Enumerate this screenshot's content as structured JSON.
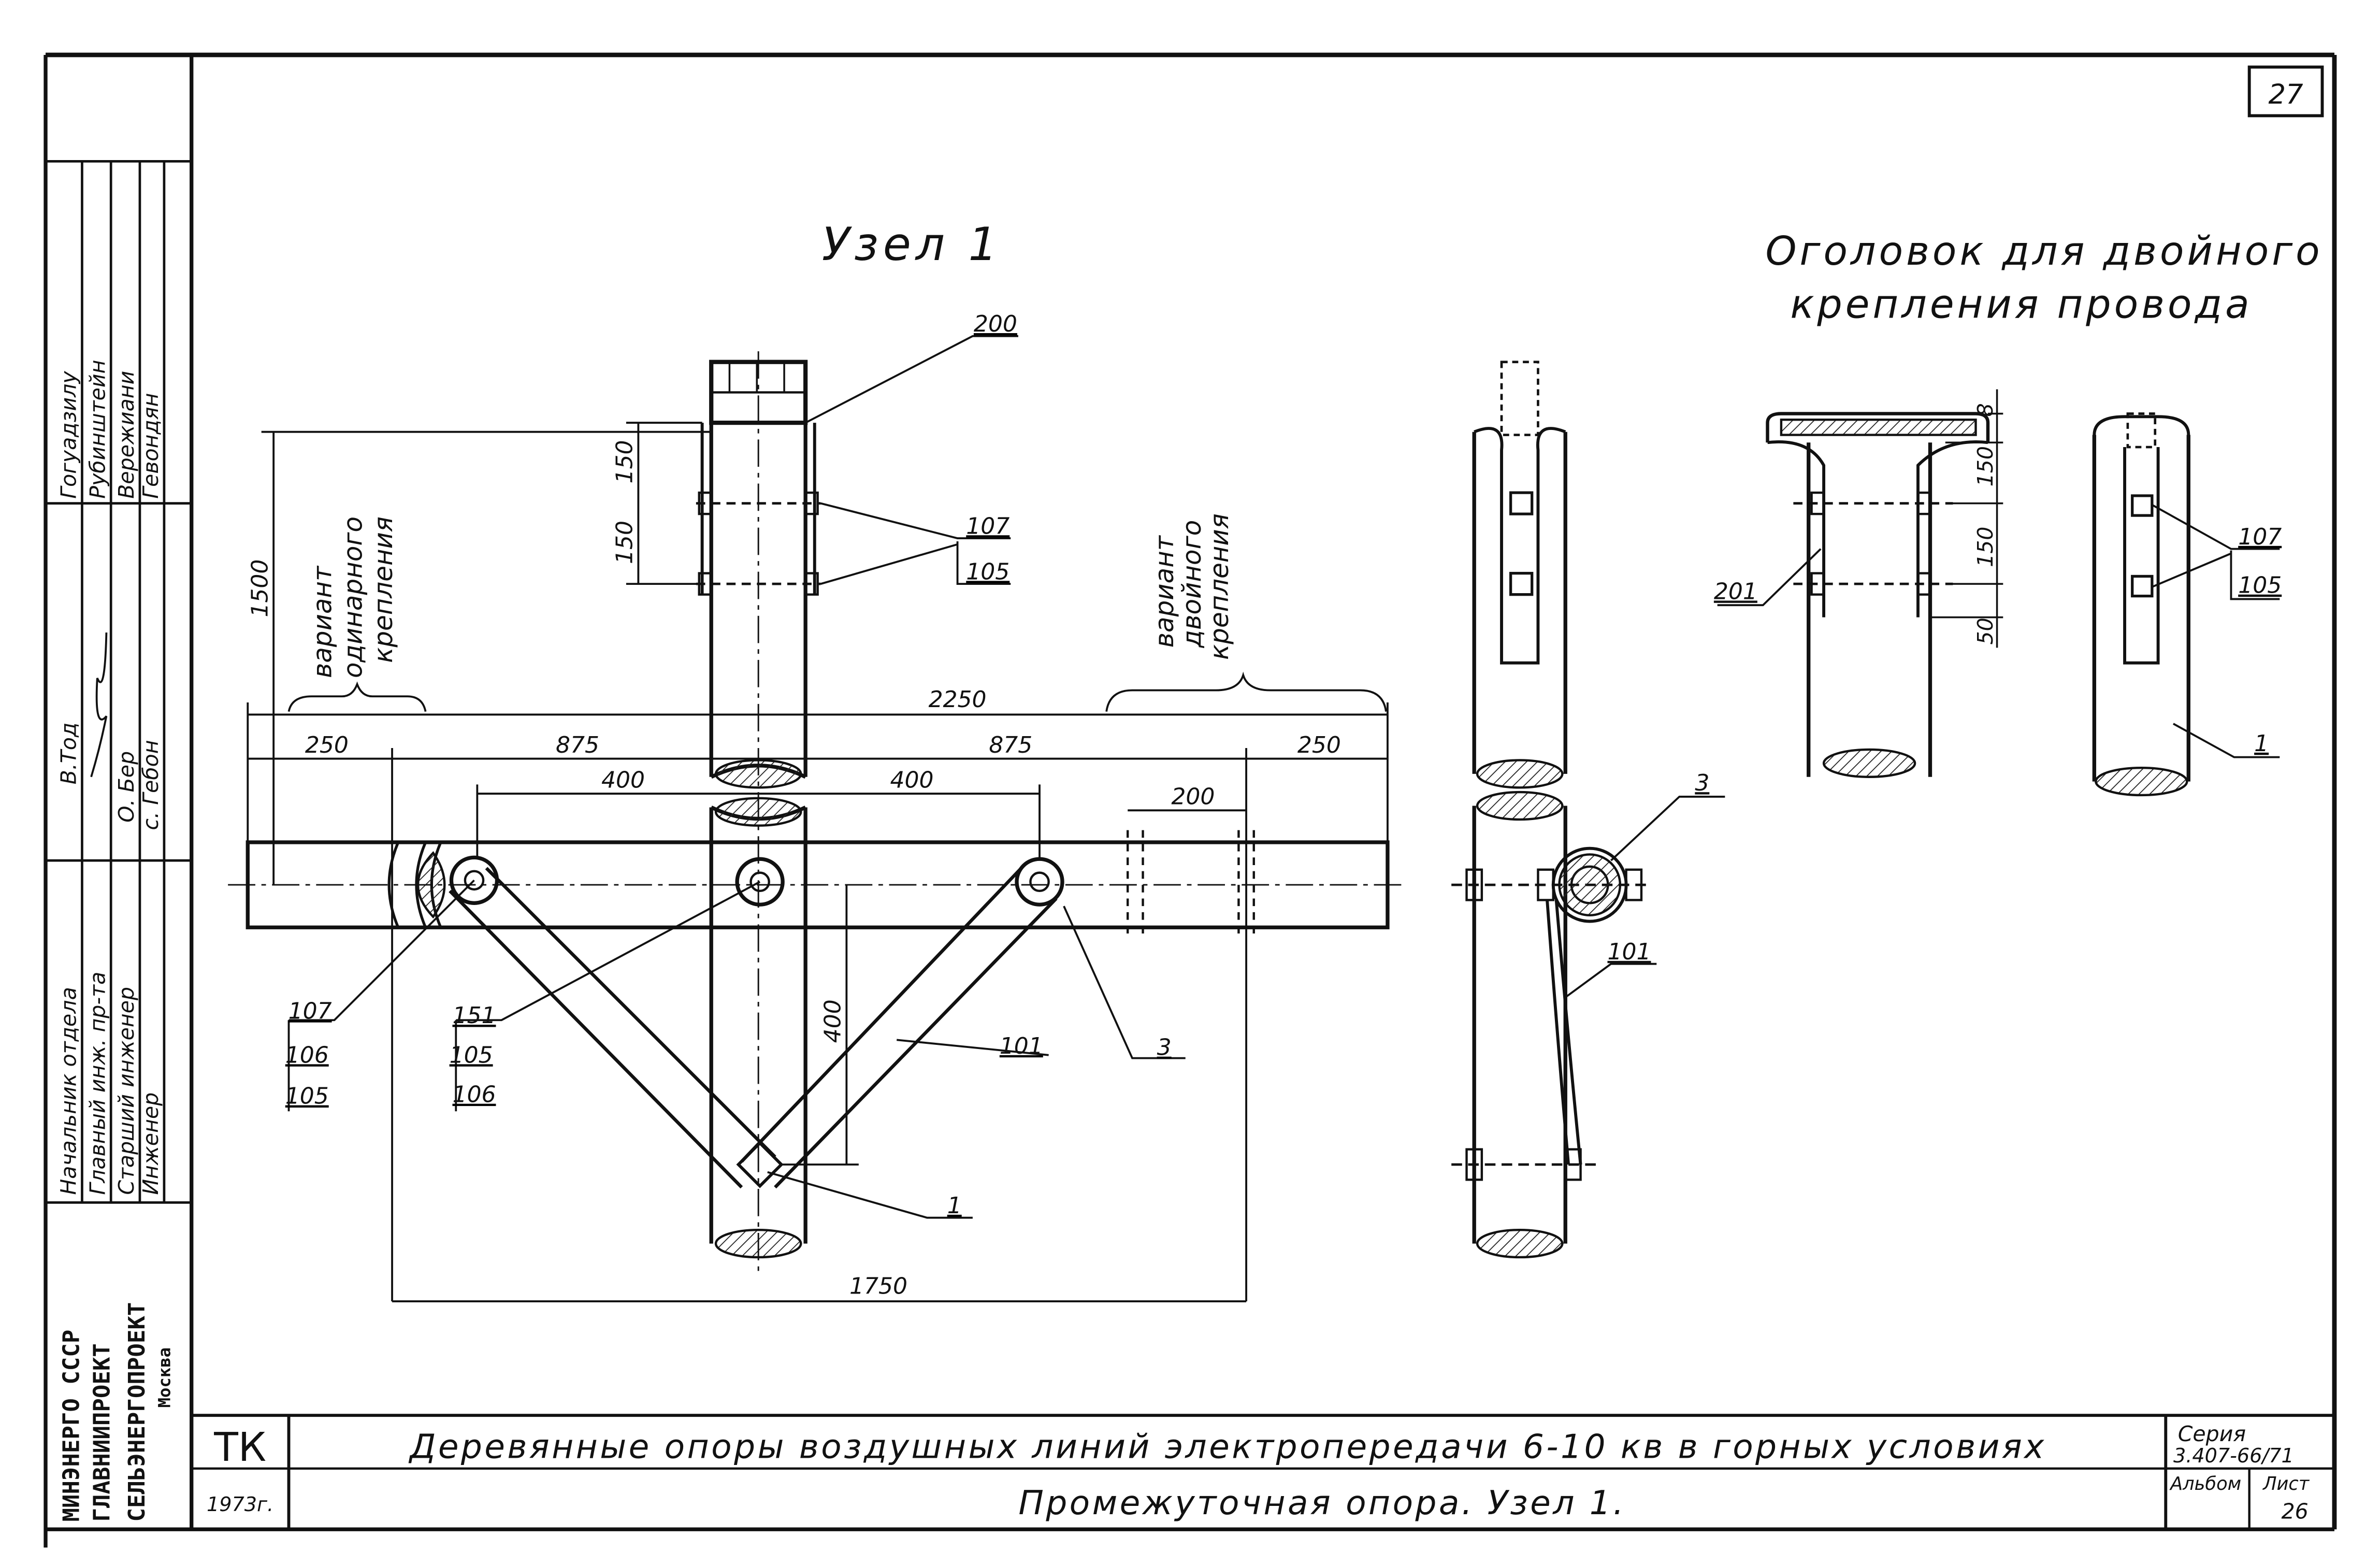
{
  "page_number": "27",
  "titles": {
    "node": "Узел 1",
    "head_line1": "Оголовок для двойного",
    "head_line2": "крепления провода"
  },
  "variants": {
    "single_l1": "вариант",
    "single_l2": "одинарного",
    "single_l3": "крепления",
    "double_l1": "вариант",
    "double_l2": "двойного",
    "double_l3": "крепления"
  },
  "dimensions": {
    "d2250": "2250",
    "d250a": "250",
    "d875a": "875",
    "d875b": "875",
    "d250b": "250",
    "d400a": "400",
    "d400b": "400",
    "d200": "200",
    "d1500": "1500",
    "d150a": "150",
    "d150b": "150",
    "d400v": "400",
    "d1750": "1750",
    "r150a": "150",
    "r150b": "150",
    "r50": "50",
    "r8": "8"
  },
  "callouts": {
    "c200": "200",
    "c107a": "107",
    "c105a": "105",
    "c107b": "107",
    "c106b": "106",
    "c105b": "105",
    "c151": "151",
    "c105c": "105",
    "c106c": "106",
    "c101a": "101",
    "c3a": "3",
    "c1a": "1",
    "c3b": "3",
    "c101b": "101",
    "c201": "201",
    "c107d": "107",
    "c105d": "105",
    "c1b": "1"
  },
  "signatures": {
    "roles": [
      "Начальник отдела",
      "Главный инж. пр-та",
      "Старший инженер",
      "Инженер"
    ],
    "names": [
      "Гогуадзилу",
      "Рубинштейн",
      "Вережиани",
      "Гевондян"
    ],
    "signs": [
      "В.Тод",
      "",
      "О. Бер",
      "с. Гебон"
    ]
  },
  "org": {
    "line1": "МИНЭНЕРГО СССР",
    "line2": "ГЛАВНИИПРОЕКТ",
    "line3": "СЕЛЬЭНЕРГОПРОЕКТ",
    "line4": "Москва"
  },
  "title_block": {
    "code": "ТК",
    "year": "1973г.",
    "main_title": "Деревянные опоры воздушных линий электропередачи 6-10 кв в горных условиях",
    "sub_title": "Промежуточная опора. Узел 1.",
    "series_label": "Серия",
    "series_value": "3.407-66/71",
    "album_label": "Альбом",
    "sheet_label": "Лист",
    "sheet_value": "26"
  }
}
